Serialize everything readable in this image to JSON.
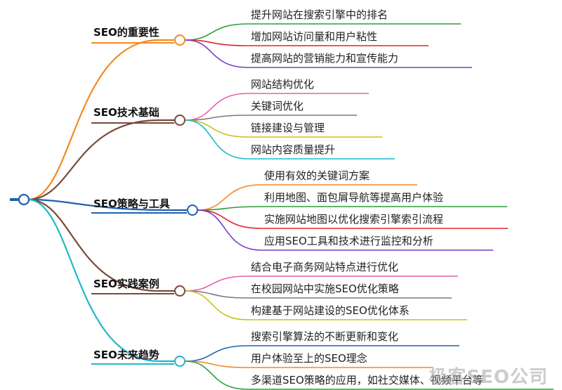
{
  "branches": [
    {
      "label": "SEO的重要性",
      "color": "#f08a24",
      "leaves": [
        {
          "label": "提升网站在搜索引擎中的排名",
          "color": "#2e9e3a"
        },
        {
          "label": "增加网站访问量和用户粘性",
          "color": "#e0262b"
        },
        {
          "label": "提高网站的营销能力和宣传能力",
          "color": "#7a3cc8"
        }
      ]
    },
    {
      "label": "SEO技术基础",
      "color": "#7a4a3a",
      "leaves": [
        {
          "label": "网站结构优化",
          "color": "#e060b0"
        },
        {
          "label": "关键词优化",
          "color": "#7a7a7a"
        },
        {
          "label": "链接建设与管理",
          "color": "#c8c020"
        },
        {
          "label": "网站内容质量提升",
          "color": "#20b8c8"
        }
      ]
    },
    {
      "label": "SEO策略与工具",
      "color": "#2060b0",
      "leaves": [
        {
          "label": "使用有效的关键词方案",
          "color": "#f08a24"
        },
        {
          "label": "利用地图、面包屑导航等提高用户体验",
          "color": "#2e9e3a"
        },
        {
          "label": "实施网站地图以优化搜索引擎索引流程",
          "color": "#e0262b"
        },
        {
          "label": "应用SEO工具和技术进行监控和分析",
          "color": "#7a3cc8"
        }
      ]
    },
    {
      "label": "SEO实践案例",
      "color": "#7a4a3a",
      "leaves": [
        {
          "label": "结合电子商务网站特点进行优化",
          "color": "#e060b0"
        },
        {
          "label": "在校园网站中实施SEO优化策略",
          "color": "#7a7a7a"
        },
        {
          "label": "构建基于网站建设的SEO优化体系",
          "color": "#c8c020"
        }
      ]
    },
    {
      "label": "SEO未来趋势",
      "color": "#20b8c8",
      "leaves": [
        {
          "label": "搜索引擎算法的不断更新和变化",
          "color": "#2060b0"
        },
        {
          "label": "用户体验至上的SEO理念",
          "color": "#f08a24"
        },
        {
          "label": "多渠道SEO策略的应用，如社交媒体、视频平台等",
          "color": "#2e9e3a"
        }
      ]
    }
  ],
  "watermark": "极客SEO公司"
}
